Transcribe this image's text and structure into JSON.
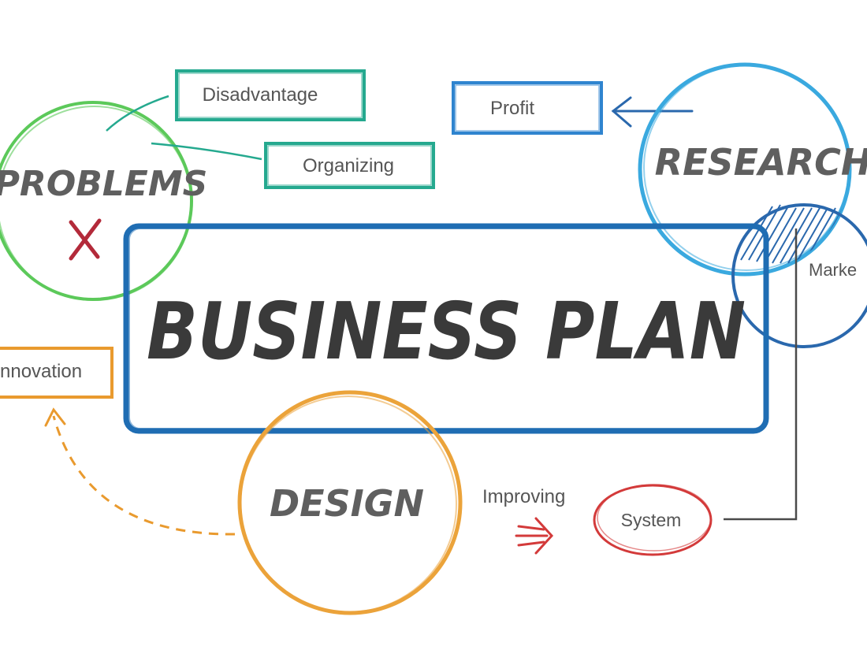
{
  "diagram": {
    "main_title": "BUSINESS PLAN",
    "circles": {
      "problems": "PROBLEMS",
      "research": "RESEARCH",
      "design": "DESIGN",
      "market": "Marke"
    },
    "boxes": {
      "disadvantage": "Disadvantage",
      "organizing": "Organizing",
      "profit": "Profit",
      "innovation": "nnovation"
    },
    "labels": {
      "improving": "Improving",
      "system": "System"
    },
    "colors": {
      "main_box": "#1f6db3",
      "problems": "#5cc95a",
      "research": "#3aa9df",
      "market": "#2a68ad",
      "design": "#eba33a",
      "teal": "#25a98f",
      "profit": "#2f84cf",
      "innovation": "#e99a2e",
      "system": "#d33a3a",
      "cross": "#b32a3a",
      "text": "#5f5f5f"
    }
  }
}
